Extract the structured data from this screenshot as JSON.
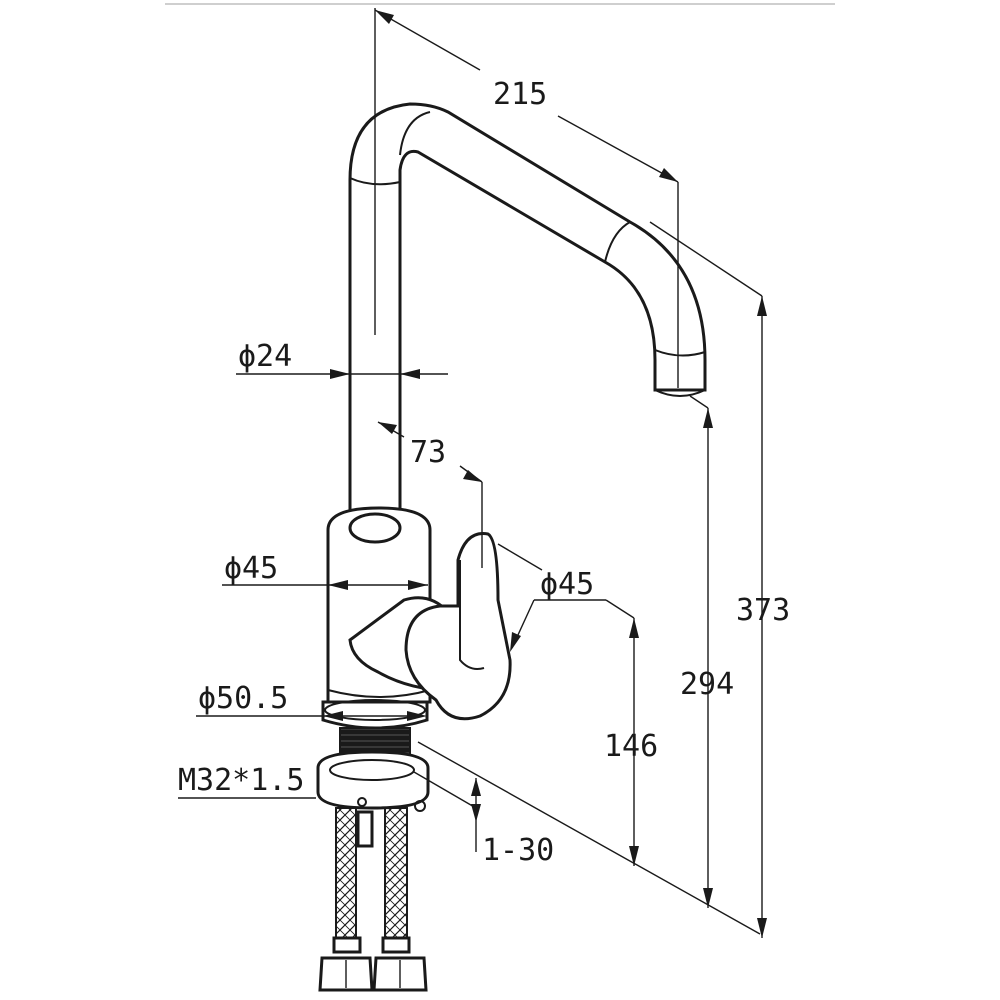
{
  "dimensions": {
    "reach": "215",
    "spout_diameter": "ϕ24",
    "handle_length": "73",
    "body_diameter": "ϕ45",
    "handle_diameter": "ϕ45",
    "base_diameter": "ϕ50.5",
    "thread": "M32*1.5",
    "deck_thickness": "1-30",
    "handle_height": "146",
    "spout_height": "294",
    "total_height": "373"
  },
  "colors": {
    "line": "#1a1a1a",
    "background": "#ffffff"
  }
}
